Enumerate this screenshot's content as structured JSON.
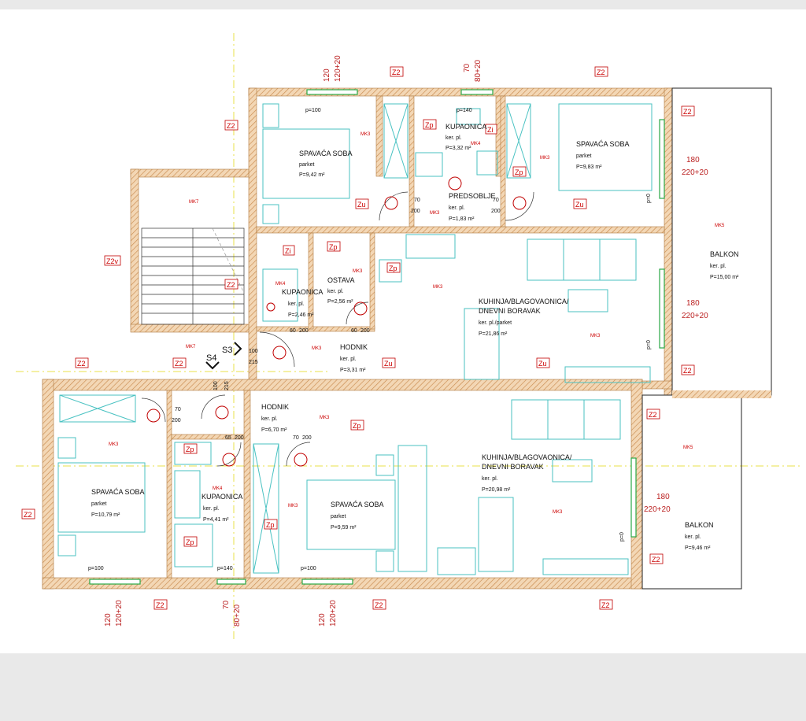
{
  "rooms": [
    {
      "id": "r1",
      "name": "SPAVAĆA SOBA",
      "floor": "parket",
      "area": "P=9,42 m²"
    },
    {
      "id": "r2",
      "name": "KUPAONICA",
      "floor": "ker. pl.",
      "area": "P=3,32 m²"
    },
    {
      "id": "r3",
      "name": "SPAVAĆA SOBA",
      "floor": "parket",
      "area": "P=9,83 m²"
    },
    {
      "id": "r4",
      "name": "PREDSOBLJE",
      "floor": "ker. pl.",
      "area": "P=1,83 m²"
    },
    {
      "id": "r5",
      "name": "BALKON",
      "floor": "ker. pl.",
      "area": "P=15,00 m²"
    },
    {
      "id": "r6",
      "name": "KUPAONICA",
      "floor": "ker. pl.",
      "area": "P=2,46 m²"
    },
    {
      "id": "r7",
      "name": "OSTAVA",
      "floor": "ker. pl.",
      "area": "P=2,56 m²"
    },
    {
      "id": "r8",
      "name": "KUHINJA/BLAGOVAONICA/",
      "name2": "DNEVNI BORAVAK",
      "floor": "ker. pl./parket",
      "area": "P=21,86 m²"
    },
    {
      "id": "r9",
      "name": "HODNIK",
      "floor": "ker. pl.",
      "area": "P=3,31 m²"
    },
    {
      "id": "r10",
      "name": "HODNIK",
      "floor": "ker. pl.",
      "area": "P=6,70 m²"
    },
    {
      "id": "r11",
      "name": "SPAVAĆA SOBA",
      "floor": "parket",
      "area": "P=10,79 m²"
    },
    {
      "id": "r12",
      "name": "KUPAONICA",
      "floor": "ker. pl.",
      "area": "P=4,41 m²"
    },
    {
      "id": "r13",
      "name": "SPAVAĆA SOBA",
      "floor": "parket",
      "area": "P=9,59 m²"
    },
    {
      "id": "r14",
      "name": "KUHINJA/BLAGOVAONICA/",
      "name2": "DNEVNI BORAVAK",
      "floor": "ker. pl.",
      "area": "P=20,98 m²"
    },
    {
      "id": "r15",
      "name": "BALKON",
      "floor": "ker. pl.",
      "area": "P=9,46 m²"
    }
  ],
  "wall_tags": {
    "z2": "Z2",
    "zu": "Zu",
    "zp": "Zp",
    "zi": "Zi",
    "z2v": "Z2v"
  },
  "material_tags": {
    "mk3": "MK3",
    "mk4": "MK4",
    "mk5": "MK5",
    "mk7": "MK7"
  },
  "sections": {
    "s3": "S3",
    "s4": "S4"
  },
  "dims": {
    "d120": "120",
    "d120_20": "120+20",
    "d70": "70",
    "d80_20": "80+20",
    "d180": "180",
    "d220_20": "220+20",
    "d200": "200",
    "d100": "100",
    "d215": "215",
    "d65": "65",
    "d60": "60",
    "p100": "p=100",
    "p140": "p=140",
    "p0": "p=0"
  },
  "colors": {
    "wall": "#d9a36a",
    "wall_hatch": "#c98a4e",
    "cyan": "#49c2c2",
    "red": "#c00000",
    "green": "#2aa845",
    "yellow": "#e8e24a"
  }
}
